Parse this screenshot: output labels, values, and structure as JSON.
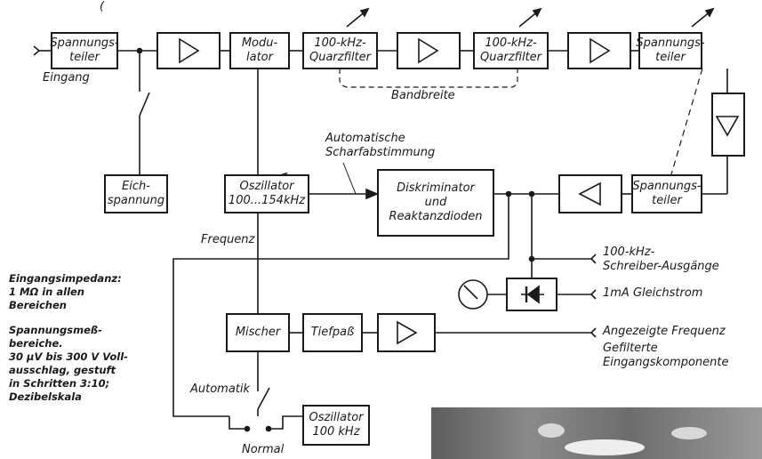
{
  "header_partial": "(",
  "blocks": {
    "spannungsteiler_in": "Spannungs-\nteiler",
    "modulator": "Modu-\nlator",
    "quarzfilter1": "100-kHz-\nQuarzfilter",
    "quarzfilter2": "100-kHz-\nQuarzfilter",
    "spannungsteiler_out": "Spannungs-\nteiler",
    "eichspannung": "Eich-\nspannung",
    "oszillator": "Oszillator\n100...154kHz",
    "diskriminator": "Diskriminator\nund\nReaktanzdioden",
    "spannungsteiler_fb": "Spannungs-\nteiler",
    "mischer": "Mischer",
    "tiefpass": "Tiefpaß",
    "oszillator_100": "Oszillator\n100 kHz"
  },
  "labels": {
    "eingang": "Eingang",
    "bandbreite": "Bandbreite",
    "automatische": "Automatische\nScharfabstimmung",
    "frequenz": "Frequenz",
    "schreiber": "100-kHz-\nSchreiber-Ausgänge",
    "gleichstrom": "1mA  Gleichstrom",
    "angezeigte": "Angezeigte Frequenz",
    "gefilterte": "Gefilterte\nEingangskomponente",
    "automatik": "Automatik",
    "normal": "Normal"
  },
  "notes": {
    "impedanz": "Eingangsimpedanz:\n1 MΩ in allen\nBereichen",
    "bereiche": "Spannungsmeß-\nbereiche.\n30 µV bis 300 V Voll-\nausschlag, gestuft\nin Schritten 3:10;\nDezibelskala"
  }
}
